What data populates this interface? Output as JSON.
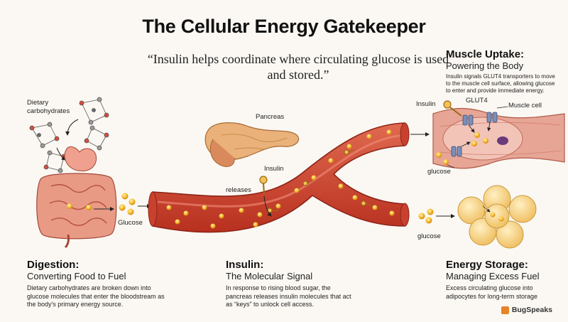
{
  "title": "The Cellular Energy Gatekeeper",
  "quote": "“Insulin helps coordinate where circulating glucose is used and stored.”",
  "labels": {
    "dietary_carbs": "Dietary carbohydrates",
    "glucose_left": "Glucose",
    "pancreas": "Pancreas",
    "insulin": "Insulin",
    "releases": "releases",
    "insulin_muscle": "Insulin",
    "glut4": "GLUT4",
    "muscle_cell": "Muscle cell",
    "glucose_muscle": "glucose",
    "glucose_storage": "glucose"
  },
  "sections": {
    "digestion": {
      "heading": "Digestion:",
      "subheading": "Converting Food to Fuel",
      "description": "Dietary carbohydrates are broken down into glucose molecules that enter the bloodstream as the body's primary energy source."
    },
    "insulin": {
      "heading": "Insulin:",
      "subheading": "The Molecular Signal",
      "description": "In response to rising blood sugar, the pancreas releases insulin molecules that act as “keys” to unlock cell access."
    },
    "muscle": {
      "heading": "Muscle Uptake:",
      "subheading": "Powering the Body",
      "description": "Insulin signals GLUT4 transporters to move to the muscle cell surface, allowing glucose to enter and provide immediate energy."
    },
    "storage": {
      "heading": "Energy Storage:",
      "subheading": "Managing Excess Fuel",
      "description": "Excess circulating glucose into adipocytes for long-term storage"
    }
  },
  "brand": "BugSpeaks",
  "colors": {
    "vessel": "#c23a2a",
    "vessel_inner": "#d9604a",
    "glucose": "#f4b52e",
    "muscle": "#e39a8a",
    "fat": "#f6d58a",
    "pancreas": "#e8b27a"
  }
}
